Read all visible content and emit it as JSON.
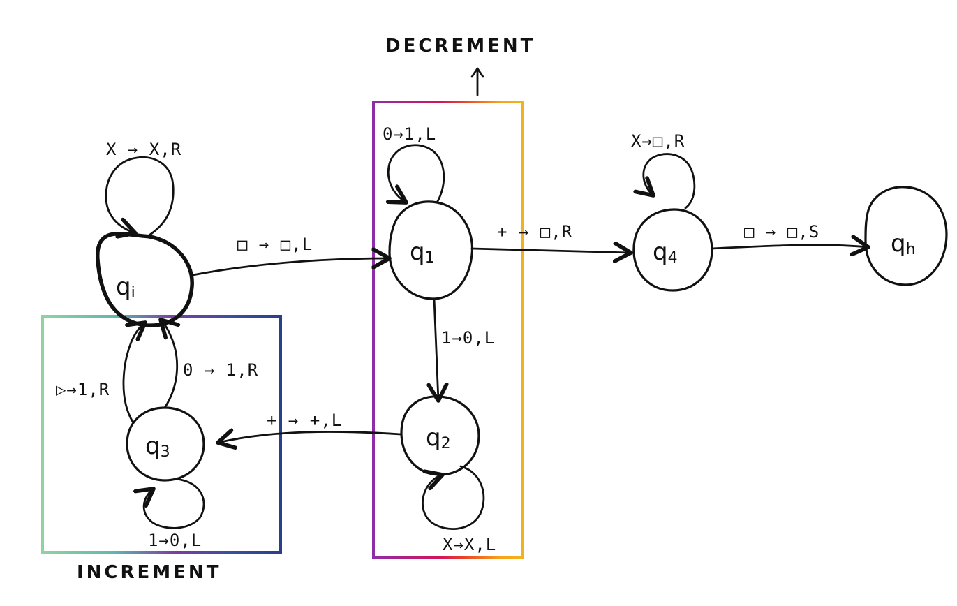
{
  "states": {
    "qi": {
      "base": "q",
      "sub": "i"
    },
    "q1": {
      "base": "q",
      "sub": "1"
    },
    "q2": {
      "base": "q",
      "sub": "2"
    },
    "q3": {
      "base": "q",
      "sub": "3"
    },
    "q4": {
      "base": "q",
      "sub": "4"
    },
    "qh": {
      "base": "q",
      "sub": "h"
    }
  },
  "transitions": {
    "qi_loop": "X → X,R",
    "qi_q1": "□ → □,L",
    "q1_loop": "0→1,L",
    "q1_q2": "1→0,L",
    "q1_q4": "+ → □,R",
    "q2_loop": "X→X,L",
    "q2_q3": "+ → +,L",
    "q3_qi_left": "▷→1,R",
    "q3_qi_right": "0 → 1,R",
    "q3_loop": "1→0,L",
    "q4_loop": "X→□,R",
    "q4_qh": "□ → □,S"
  },
  "groups": {
    "decrement": "DECREMENT",
    "increment": "INCREMENT"
  },
  "colors": {
    "ink": "#111111",
    "decrement_gradient": [
      "#8e2da8",
      "#d4145a",
      "#e8402a",
      "#f7a21b",
      "#f2b21e"
    ],
    "increment_gradient": [
      "#8fd3a0",
      "#5fb8b0",
      "#7a3fa0",
      "#3a4ea0",
      "#27408b"
    ]
  }
}
